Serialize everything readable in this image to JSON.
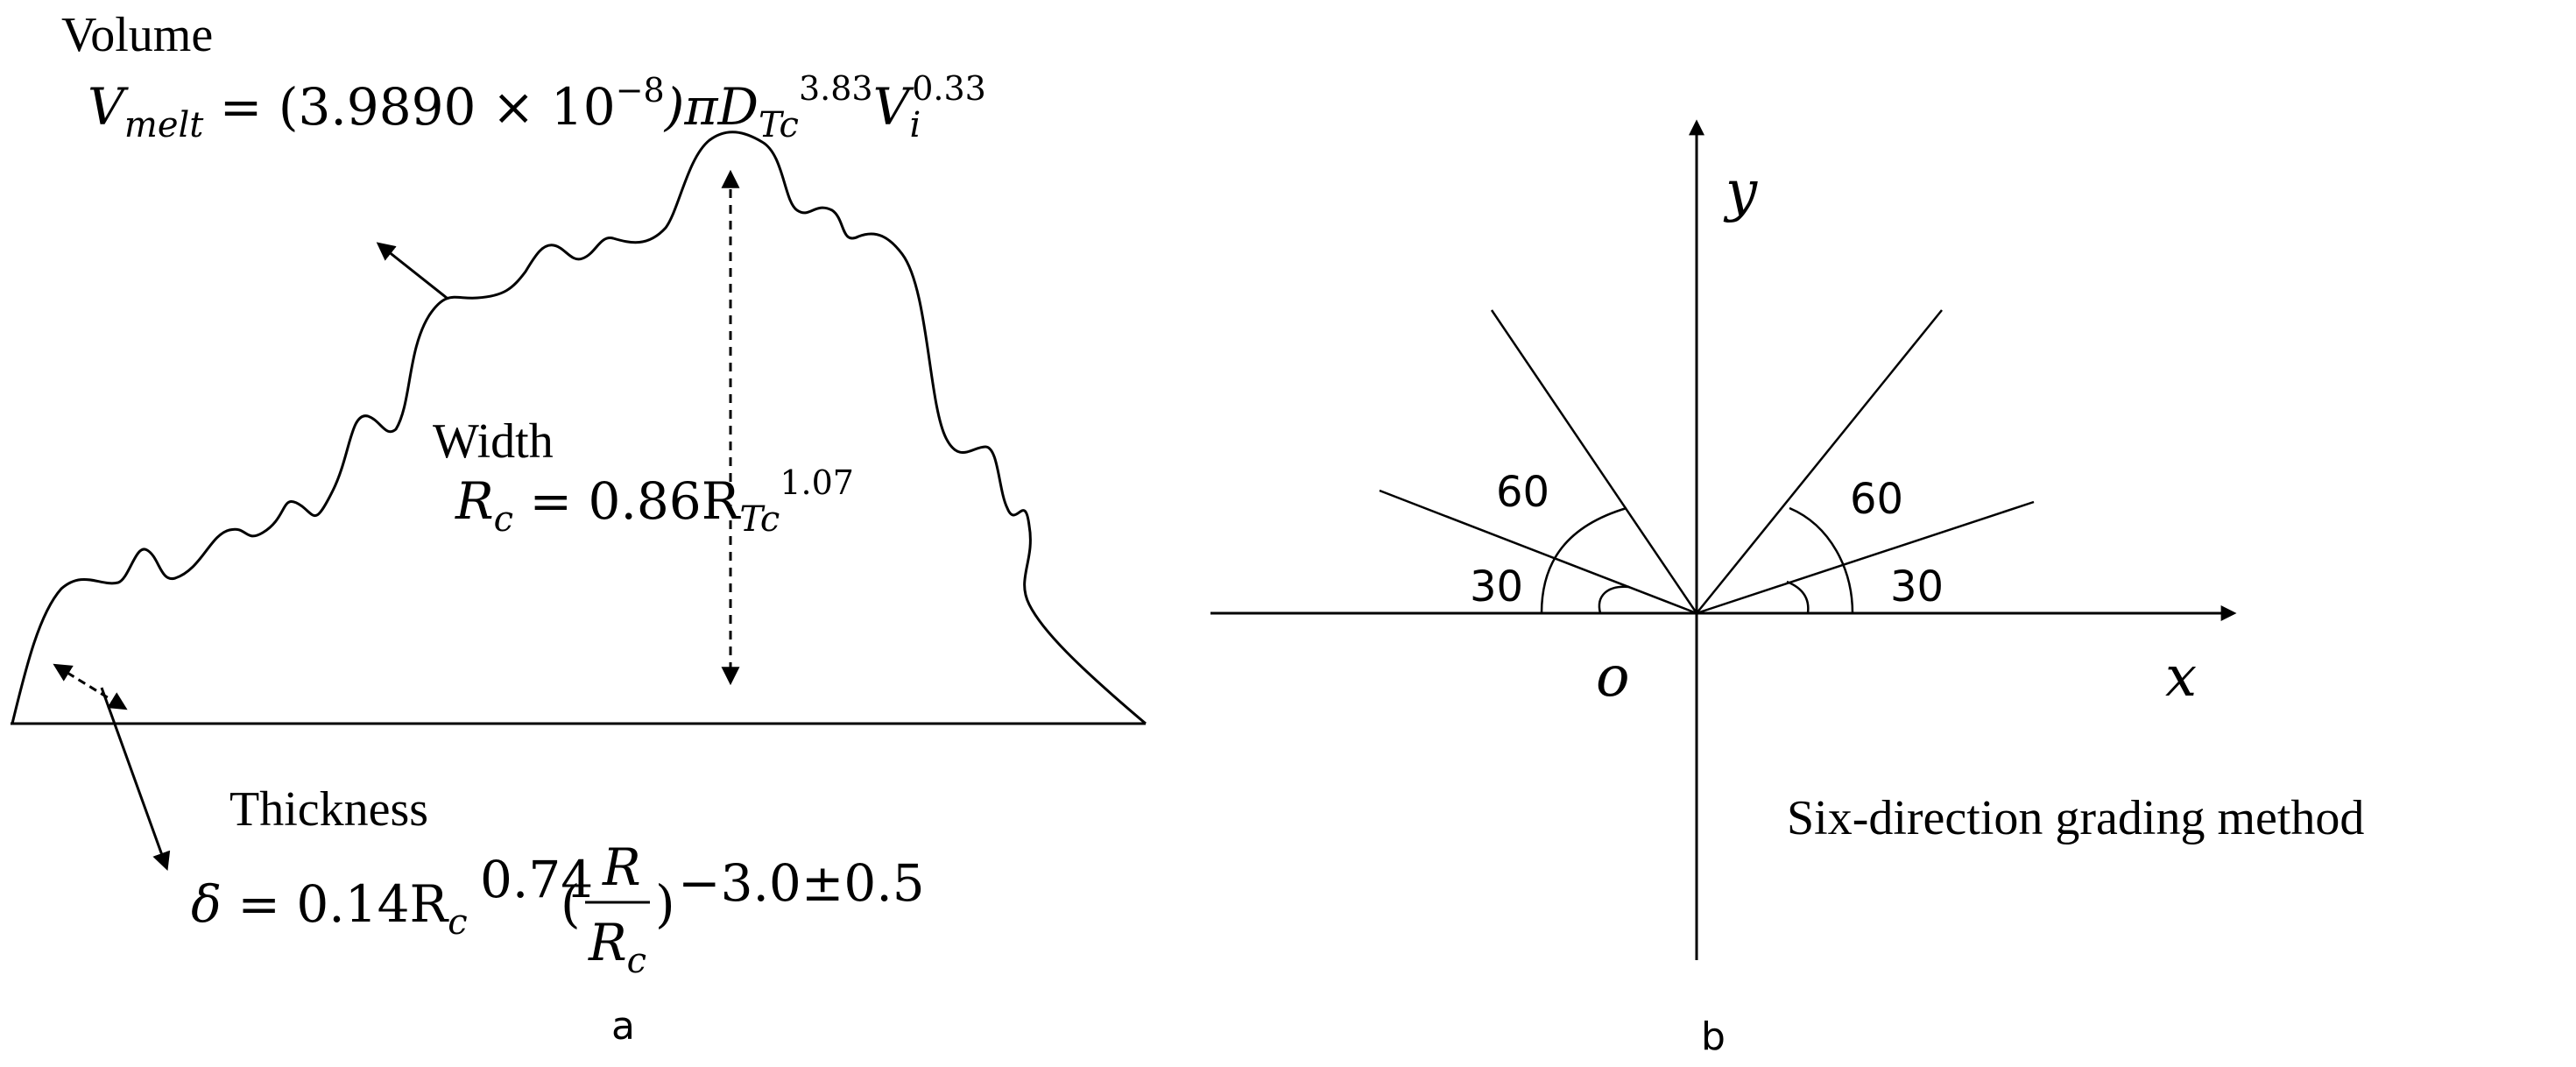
{
  "panel_a": {
    "letter": "a",
    "volume": {
      "label": "Volume",
      "eq_lhs_var": "V",
      "eq_lhs_sub": "melt",
      "eq_rhs_prefix": " = (3.9890 × 10",
      "eq_exp1": "−8",
      "eq_rhs_mid": ")πD",
      "eq_sub_tc": "Tc",
      "eq_exp2": "3.83",
      "eq_rhs_vi": "V",
      "eq_sub_i": "i",
      "eq_exp3": "0.33"
    },
    "width": {
      "label": "Width",
      "eq_lhs_var": "R",
      "eq_lhs_sub": "c",
      "eq_rhs": " = 0.86R",
      "eq_sub_tc": "Tc",
      "eq_exp": "1.07"
    },
    "thickness": {
      "label": "Thickness",
      "eq_delta": "δ",
      "eq_rhs": " = 0.14R",
      "eq_sub_c": "c",
      "eq_exp": "0.74",
      "frac_num": "R",
      "frac_den_var": "R",
      "frac_den_sub": "c",
      "open_paren": "(",
      "close_paren": ")",
      "outer_exp": "−3.0±0.5"
    }
  },
  "panel_b": {
    "letter": "b",
    "axis_y": "y",
    "axis_x": "x",
    "origin": "o",
    "angle_left_60": "60",
    "angle_left_30": "30",
    "angle_right_60": "60",
    "angle_right_30": "30",
    "caption": "Six-direction grading method"
  }
}
